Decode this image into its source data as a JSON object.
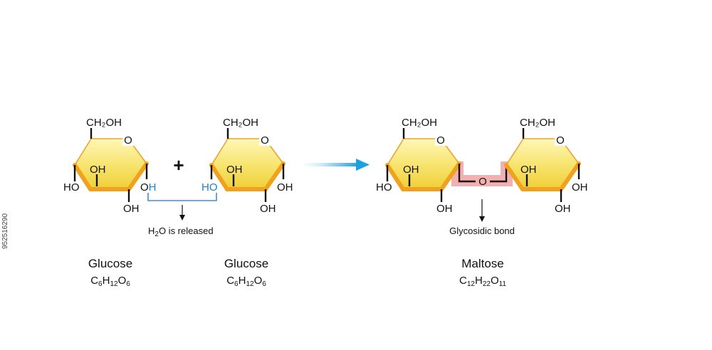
{
  "side_id": "952516290",
  "glucose_1": {
    "ch2oh": "CH₂OH",
    "ring_o": "O",
    "oh_inner": "OH",
    "ho_left": "HO",
    "oh_bottom": "OH",
    "reactive_oh": {
      "o": "O",
      "h": "H"
    }
  },
  "plus": "+",
  "glucose_2": {
    "ch2oh": "CH₂OH",
    "ring_o": "O",
    "oh_inner": "OH",
    "reactive_ho": {
      "h": "H",
      "o": "O"
    },
    "oh_right": "OH",
    "oh_bottom": "OH"
  },
  "water_note": {
    "h": "H",
    "two": "2",
    "rest": "O is released"
  },
  "maltose_struct": {
    "left_ch2oh": "CH₂OH",
    "left_ring_o": "O",
    "left_oh_inner": "OH",
    "left_ho": "HO",
    "left_oh_bottom": "OH",
    "bridge_o": "O",
    "right_ch2oh": "CH₂OH",
    "right_ring_o": "O",
    "right_oh_inner": "OH",
    "right_oh_right": "OH",
    "right_oh_bottom": "OH"
  },
  "bond_note": "Glycosidic bond",
  "labels": {
    "glucose1_name": "Glucose",
    "glucose1_formula": {
      "c": "C",
      "c_n": "6",
      "h": "H",
      "h_n": "12",
      "o": "O",
      "o_n": "6"
    },
    "glucose2_name": "Glucose",
    "glucose2_formula": {
      "c": "C",
      "c_n": "6",
      "h": "H",
      "h_n": "12",
      "o": "O",
      "o_n": "6"
    },
    "maltose_name": "Maltose",
    "maltose_formula": {
      "c": "C",
      "c_n": "12",
      "h": "H",
      "h_n": "22",
      "o": "O",
      "o_n": "11"
    }
  },
  "colors": {
    "ring_light": "#fbf3a0",
    "ring_dark": "#f2d23c",
    "ring_edge": "#f0a21e",
    "water_line": "#3b8fd0",
    "arrow_start": "#e6f4fc",
    "arrow_end": "#1ea0e0",
    "glycosidic_highlight": "#f2a7a7"
  }
}
